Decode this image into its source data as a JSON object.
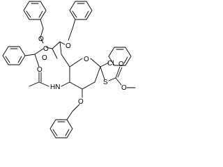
{
  "molecule": {
    "atom_labels": {
      "ring_o": "O",
      "o1": "O",
      "o2": "O",
      "o3": "O",
      "o4": "O",
      "o5": "O",
      "cl": "Cl",
      "s": "S",
      "o_ketone": "O",
      "o_methoxy": "O",
      "o_acetyl": "O",
      "hn": "HN"
    }
  }
}
